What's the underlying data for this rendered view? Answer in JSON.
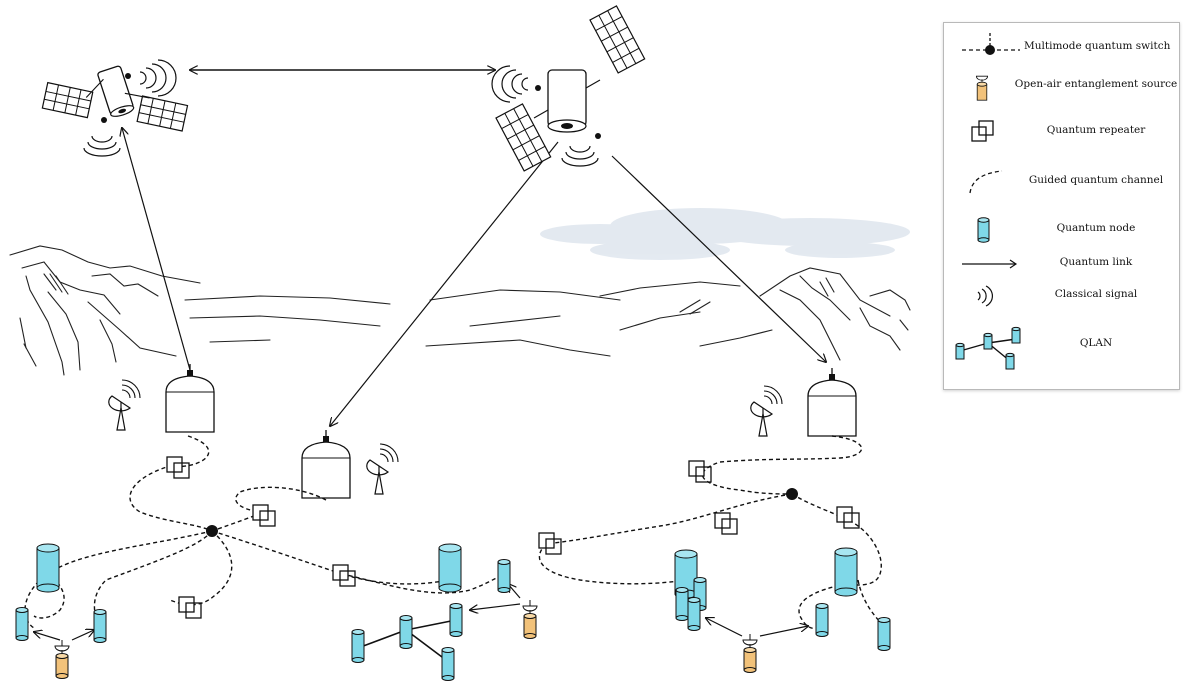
{
  "colors": {
    "node_fill": "#7fd8e8",
    "source_fill": "#f2c27a",
    "line": "#111111",
    "legend_border": "#b9b9b9",
    "cloud": "#dfe6ee"
  },
  "legend": {
    "items": [
      {
        "icon": "quantum-switch-icon",
        "label": "Multimode quantum switch"
      },
      {
        "icon": "entanglement-source-icon",
        "label": "Open-air entanglement source"
      },
      {
        "icon": "quantum-repeater-icon",
        "label": "Quantum repeater"
      },
      {
        "icon": "guided-channel-icon",
        "label": "Guided quantum channel"
      },
      {
        "icon": "quantum-node-icon",
        "label": "Quantum node"
      },
      {
        "icon": "quantum-link-icon",
        "label": "Quantum link"
      },
      {
        "icon": "classical-signal-icon",
        "label": "Classical signal"
      },
      {
        "icon": "qlan-icon",
        "label": "QLAN"
      }
    ]
  }
}
